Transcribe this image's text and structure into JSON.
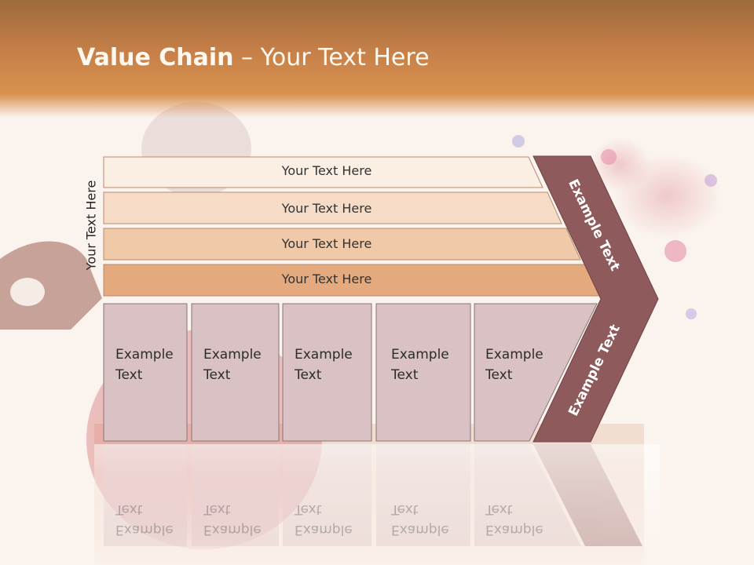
{
  "slide": {
    "title_bold": "Value Chain",
    "title_rest": " – Your Text Here"
  },
  "diagram": {
    "side_label": "Your Text Here",
    "bars": [
      {
        "label": "Your Text Here",
        "color": "#fbeee3"
      },
      {
        "label": "Your Text Here",
        "color": "#f6dcc6"
      },
      {
        "label": "Your Text Here",
        "color": "#f0c9a8"
      },
      {
        "label": "Your Text Here",
        "color": "#e4aa7d"
      }
    ],
    "boxes": [
      {
        "label": "Example\nText"
      },
      {
        "label": "Example\nText"
      },
      {
        "label": "Example\nText"
      },
      {
        "label": "Example\nText"
      },
      {
        "label": "Example\nText"
      }
    ],
    "arrow_top_label": "Example Text",
    "arrow_bottom_label": "Example Text",
    "reflection_labels": [
      "Example Text",
      "Example Text",
      "Example Text",
      "Example Text",
      "Example Text"
    ],
    "colors": {
      "title_bar": "#c78048",
      "box_fill": "#d9c1c4",
      "arrow_fill": "#8f5a5c"
    }
  }
}
